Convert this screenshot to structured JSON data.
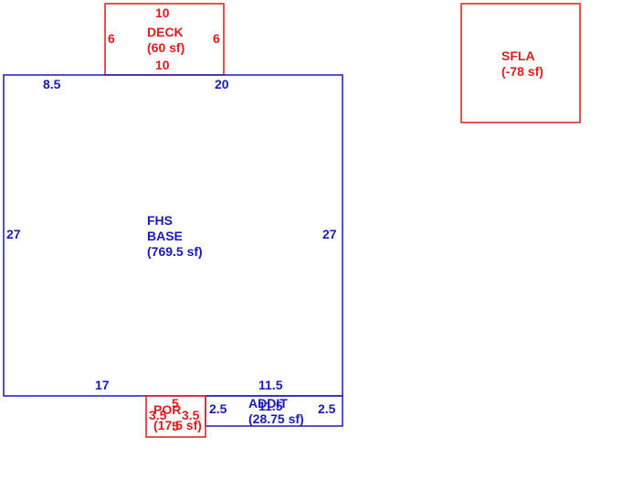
{
  "colors": {
    "blue": "#1a1ab8",
    "red": "#e01b1b"
  },
  "deck": {
    "name": "DECK",
    "area": "(60 sf)",
    "dim_top": "10",
    "dim_bottom": "10",
    "dim_left": "6",
    "dim_right": "6"
  },
  "sfla": {
    "name": "SFLA",
    "area": "(-78 sf)"
  },
  "base": {
    "name_line1": "FHS",
    "name_line2": "BASE",
    "area": "(769.5 sf)",
    "dim_top_left": "8.5",
    "dim_top_right": "20",
    "dim_left": "27",
    "dim_right": "27",
    "dim_bottom_left": "17",
    "dim_bottom_right": "11.5"
  },
  "addit": {
    "name": "ADDIT",
    "area": "(28.75 sf)",
    "dim_left": "2.5",
    "dim_right": "2.5",
    "dim_bottom": "11.5"
  },
  "porch": {
    "name": "POR",
    "area": "(17.5 sf)",
    "dim_top": "5",
    "dim_bottom": "5",
    "dim_left": "3.5",
    "dim_right": "3.5"
  }
}
